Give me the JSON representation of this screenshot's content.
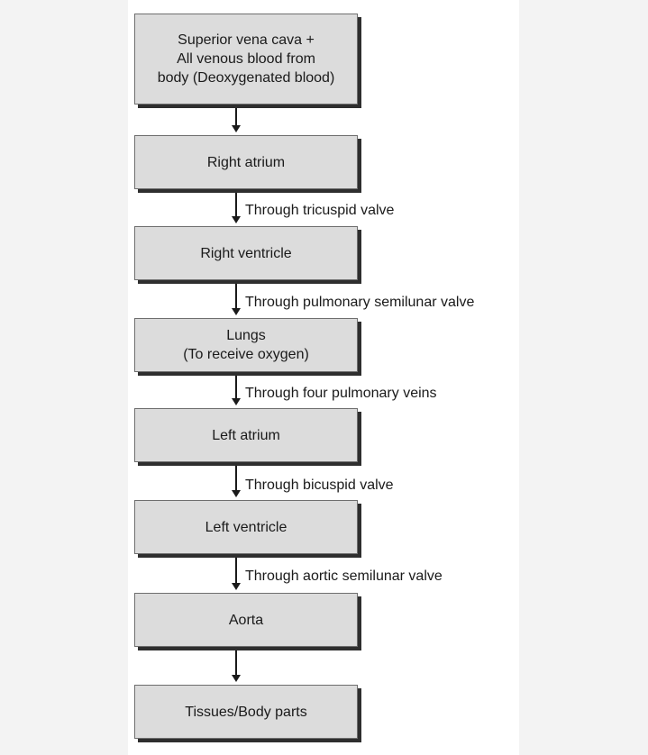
{
  "boxes": [
    {
      "label": "Superior vena cava +\nAll venous blood from\nbody (Deoxygenated blood)"
    },
    {
      "label": "Right atrium"
    },
    {
      "label": "Right ventricle"
    },
    {
      "label": "Lungs\n(To receive oxygen)"
    },
    {
      "label": "Left atrium"
    },
    {
      "label": "Left ventricle"
    },
    {
      "label": "Aorta"
    },
    {
      "label": "Tissues/Body parts"
    }
  ],
  "connectors": [
    {
      "label": ""
    },
    {
      "label": "Through tricuspid valve"
    },
    {
      "label": "Through pulmonary semilunar valve"
    },
    {
      "label": "Through four pulmonary veins"
    },
    {
      "label": "Through bicuspid valve"
    },
    {
      "label": "Through aortic semilunar valve"
    },
    {
      "label": ""
    }
  ],
  "colors": {
    "box_fill": "#dcdcdc",
    "box_shadow": "#2e2e2e",
    "arrow": "#1a1a1a",
    "background": "#f3f3f3"
  }
}
